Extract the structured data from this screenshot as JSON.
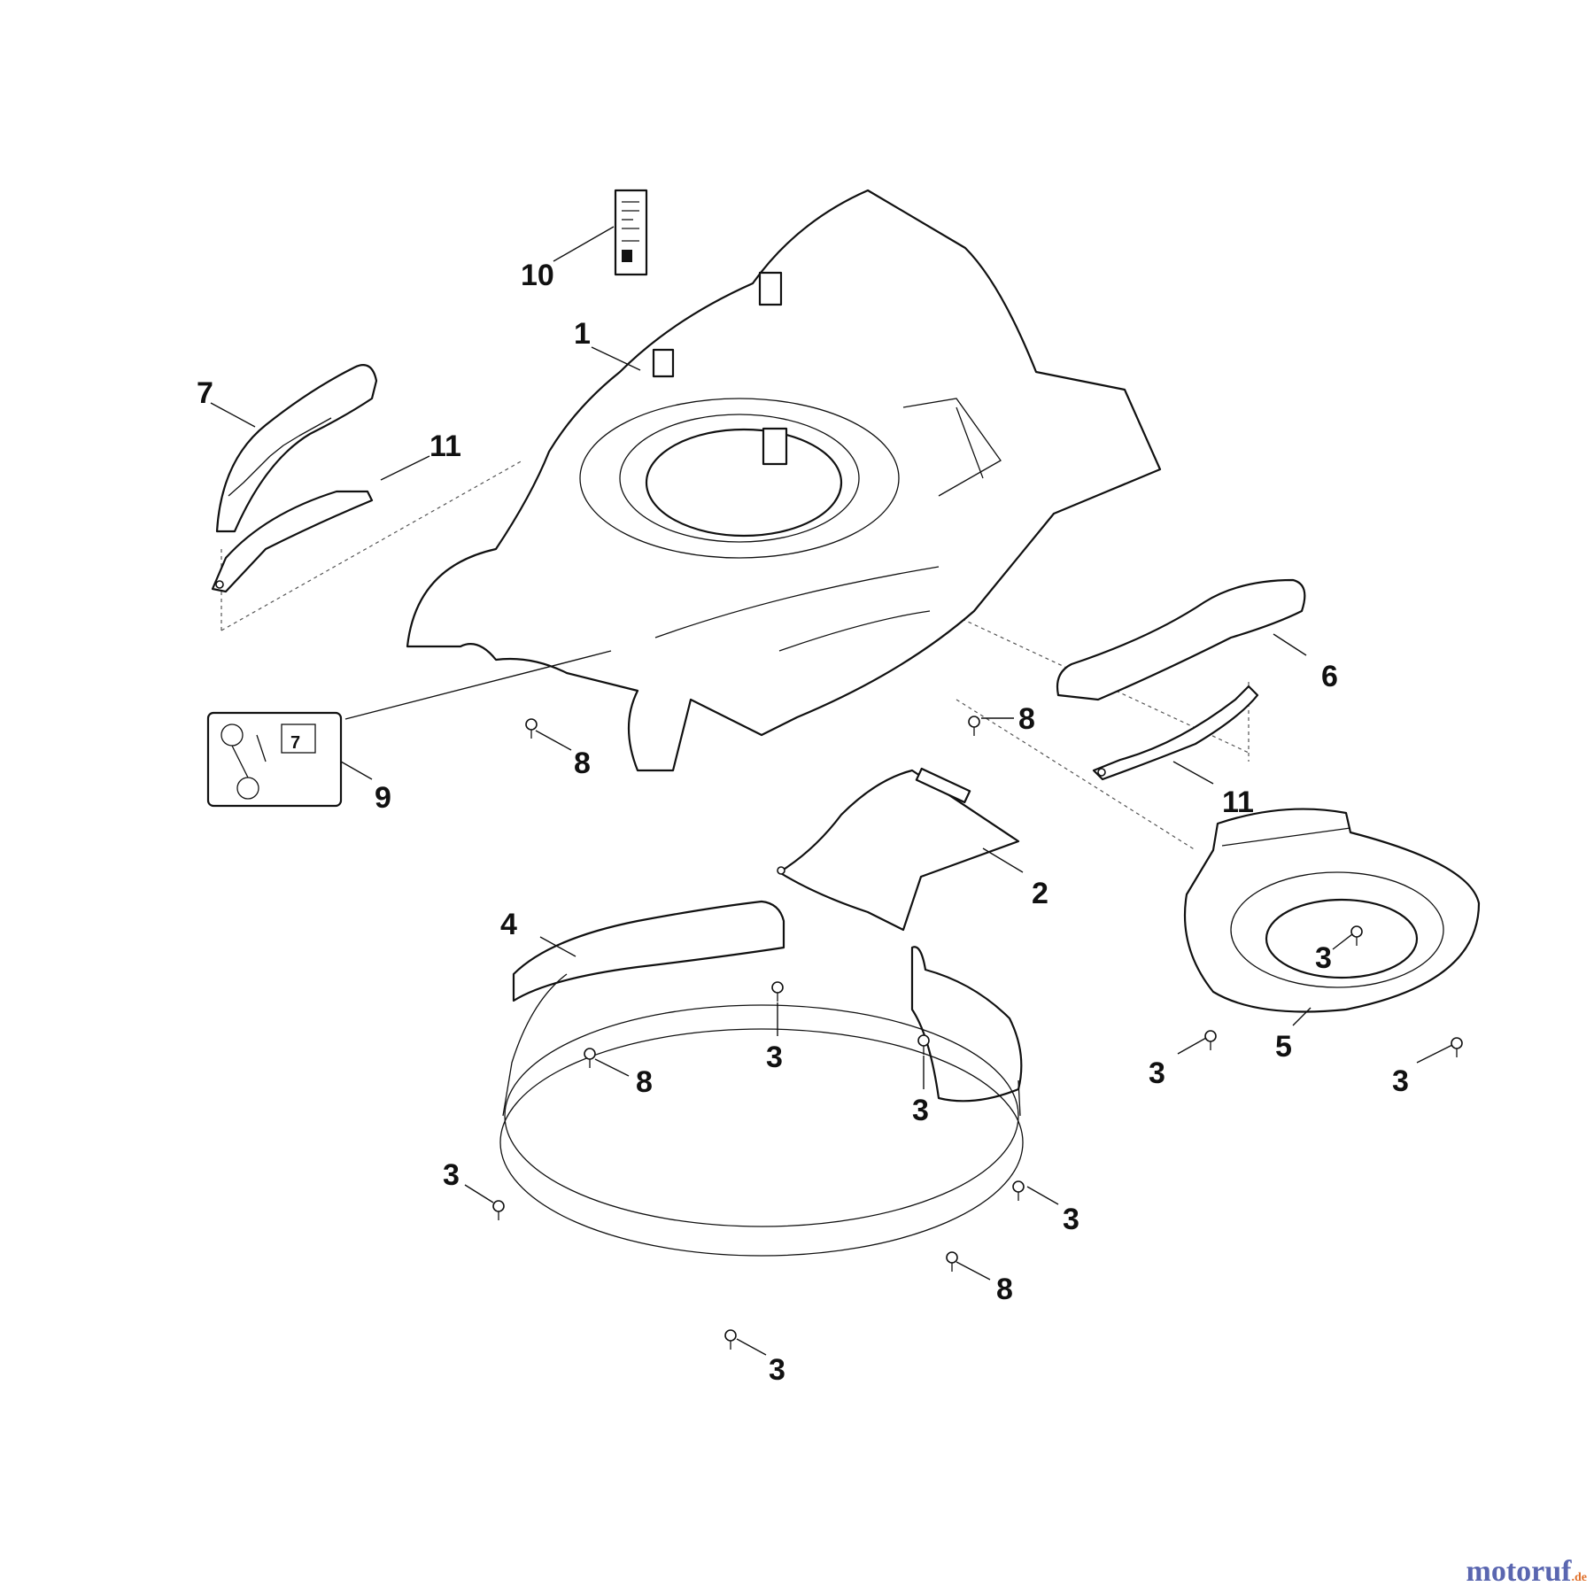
{
  "callouts": {
    "c1": "1",
    "c2": "2",
    "c3": "3",
    "c4": "4",
    "c5": "5",
    "c6": "6",
    "c7": "7",
    "c8": "8",
    "c9": "9",
    "c10": "10",
    "c11": "11",
    "c9_inset_label": "7"
  },
  "brand": {
    "name": "motoruf",
    "suffix": ".de",
    "color_main": "#5a66b0",
    "color_accent": "#e0702a"
  }
}
